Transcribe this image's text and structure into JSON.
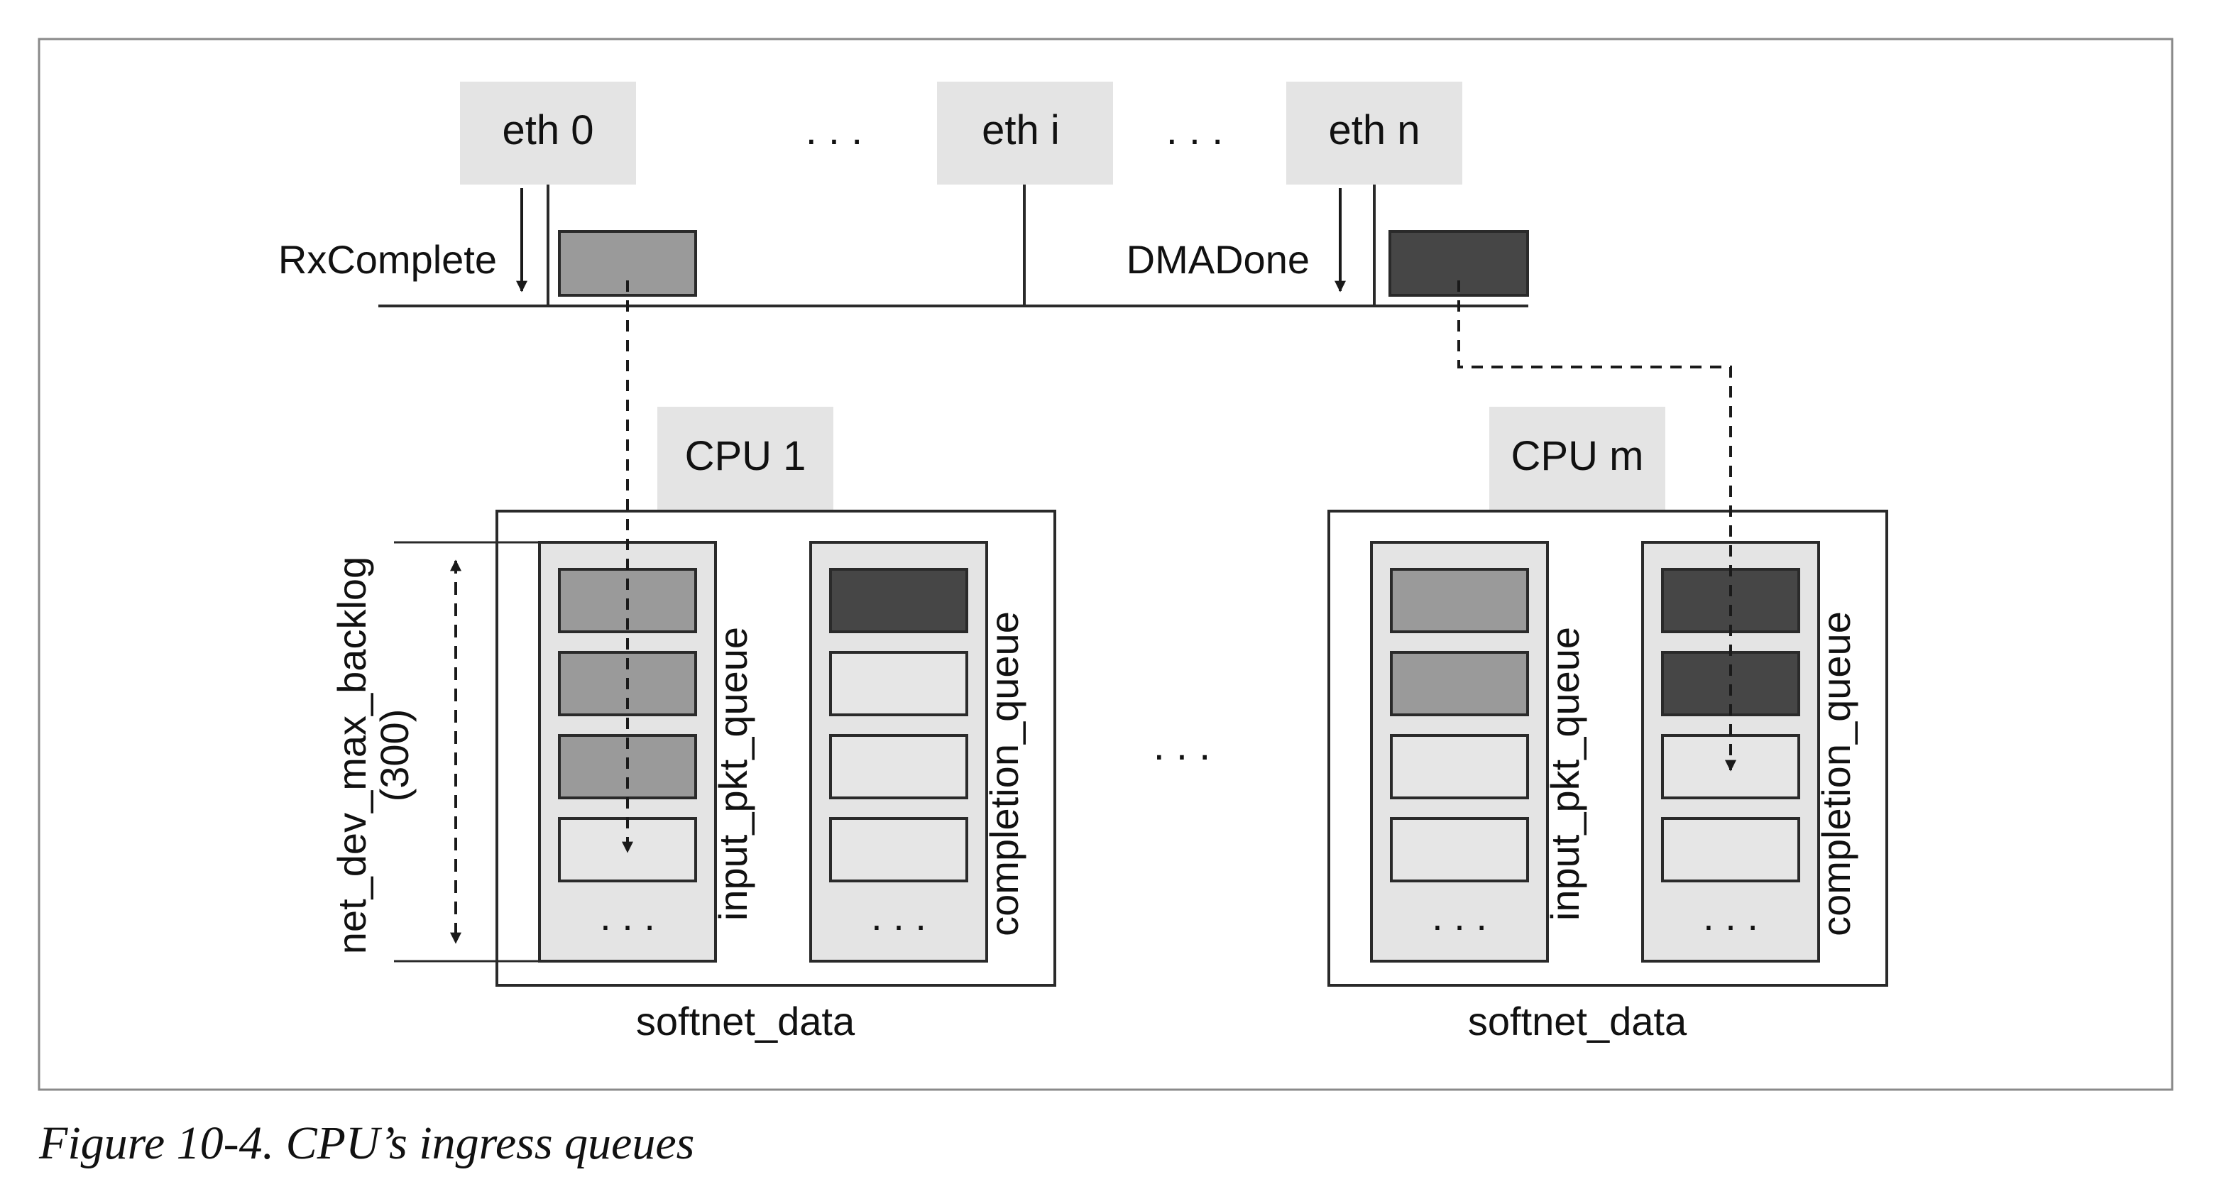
{
  "interfaces": [
    {
      "label": "eth 0"
    },
    {
      "label": "eth i"
    },
    {
      "label": "eth n"
    }
  ],
  "ellipsis": ". . .",
  "signals": {
    "rx_complete": "RxComplete",
    "dma_done": "DMADone"
  },
  "cpus": [
    {
      "label": "CPU 1",
      "container_label": "softnet_data",
      "queues": [
        {
          "name": "input_pkt_queue",
          "slots": [
            "medium",
            "medium",
            "medium",
            "empty"
          ]
        },
        {
          "name": "completion_queue",
          "slots": [
            "dark",
            "empty",
            "empty",
            "empty"
          ]
        }
      ]
    },
    {
      "label": "CPU m",
      "container_label": "softnet_data",
      "queues": [
        {
          "name": "input_pkt_queue",
          "slots": [
            "medium",
            "medium",
            "empty",
            "empty"
          ]
        },
        {
          "name": "completion_queue",
          "slots": [
            "dark",
            "dark",
            "empty",
            "empty"
          ]
        }
      ]
    }
  ],
  "backlog": {
    "label": "net_dev_max_backlog",
    "value": "(300)"
  },
  "caption": "Figure 10-4. CPU’s ingress queues",
  "colors": {
    "medium": "#9a9a9a",
    "dark": "#464646",
    "empty": "#e6e6e6",
    "panel": "#e4e4e4",
    "stroke": "#2a2a2a"
  }
}
